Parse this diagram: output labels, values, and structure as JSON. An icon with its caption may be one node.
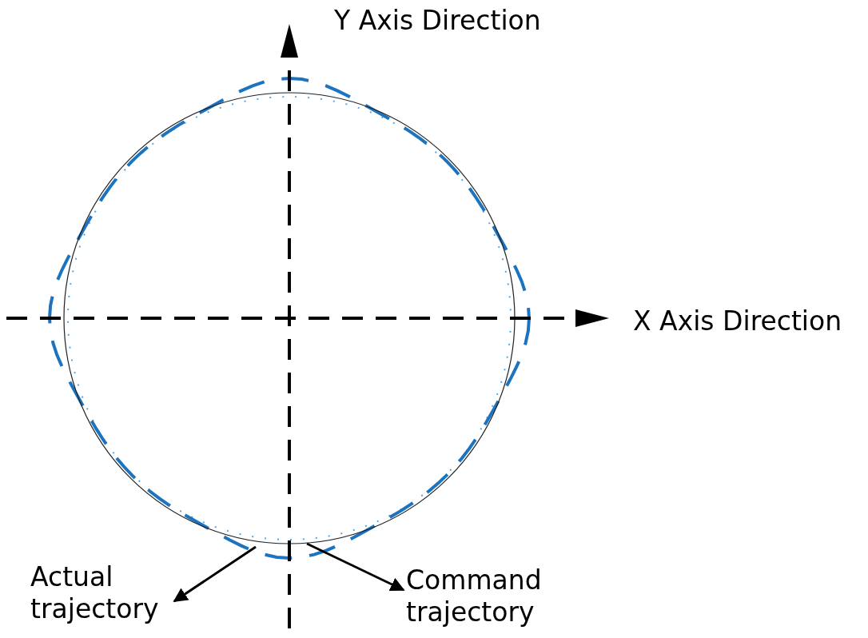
{
  "diagram": {
    "nodes": [
      {
        "text": [],
        "shape": "circle"
      },
      {
        "text": [],
        "shape": "circle"
      },
      {
        "text": [
          "Actual trajectory"
        ]
      },
      {
        "text": [
          "Command trajectory"
        ]
      }
    ],
    "edges": [
      {
        "from": 0,
        "to": 2,
        "arrow": "to"
      },
      {
        "from": 1,
        "to": 3,
        "arrow": "to"
      }
    ],
    "labels": [
      "Y Axis Direction",
      "X Axis Direction"
    ]
  }
}
